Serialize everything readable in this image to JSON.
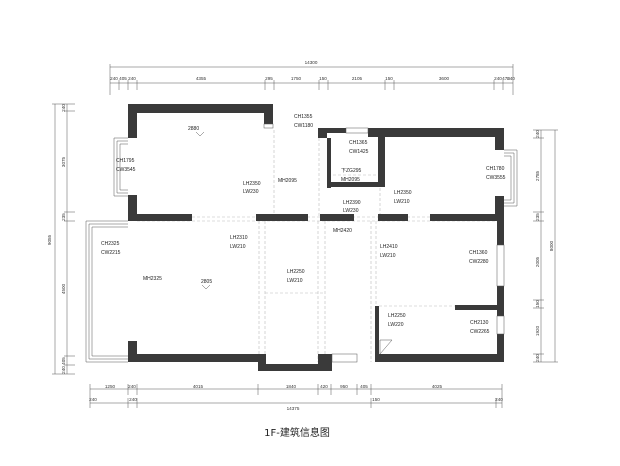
{
  "caption": "1F-建筑信息图",
  "dims": {
    "top_total": "14300",
    "top": [
      "240",
      "405",
      "240",
      "4355",
      "295",
      "1750",
      "150",
      "2105",
      "150",
      "3600",
      "240",
      "470",
      "240"
    ],
    "bottom": [
      "1250",
      "240",
      "4015",
      "1840",
      "420",
      "950",
      "405",
      "4025"
    ],
    "bottom_row2": [
      "240",
      "240",
      "150",
      "240"
    ],
    "bottom_total": "14375",
    "left": [
      "240",
      "3075",
      "235",
      "4500",
      "405",
      "240"
    ],
    "left_total": "9055",
    "right": [
      "240",
      "2785",
      "235",
      "2005",
      "150",
      "1920",
      "240"
    ],
    "right_total": "8000"
  },
  "labels": {
    "elev_2880": "2880",
    "elev_2805": "2805",
    "win_l_ch": "CH1795",
    "win_l_cw": "CW3545",
    "win_ch1355": "CH1355",
    "win_cw1180": "CW1180",
    "win_ch1365": "CH1365",
    "win_cw1425": "CW1425",
    "win_r_ch": "CH1780",
    "win_r_cw": "CW3555",
    "lh2350": "LH2350",
    "lw230a": "LW230",
    "mh2095a": "MH2095",
    "fzg": "下ZG295",
    "mh2095b": "MH2095",
    "lh2350b": "LH2350",
    "lw210a": "LW210",
    "lh2390": "LH2390",
    "lw230b": "LW230",
    "mh2420": "MH2420",
    "ch2325": "CH2325",
    "cw2215": "CW2215",
    "mh2325": "MH2325",
    "lh2310": "LH2310",
    "lw210b": "LW210",
    "lh2250": "LH2250",
    "lw210c": "LW210",
    "lh2410": "LH2410",
    "lw210d": "LW210",
    "ch1360": "CH1360",
    "cw2280": "CW2280",
    "lh2250b": "LH2250",
    "lw220": "LW220",
    "ch2130": "CH2130",
    "cw2265": "CW2265"
  }
}
